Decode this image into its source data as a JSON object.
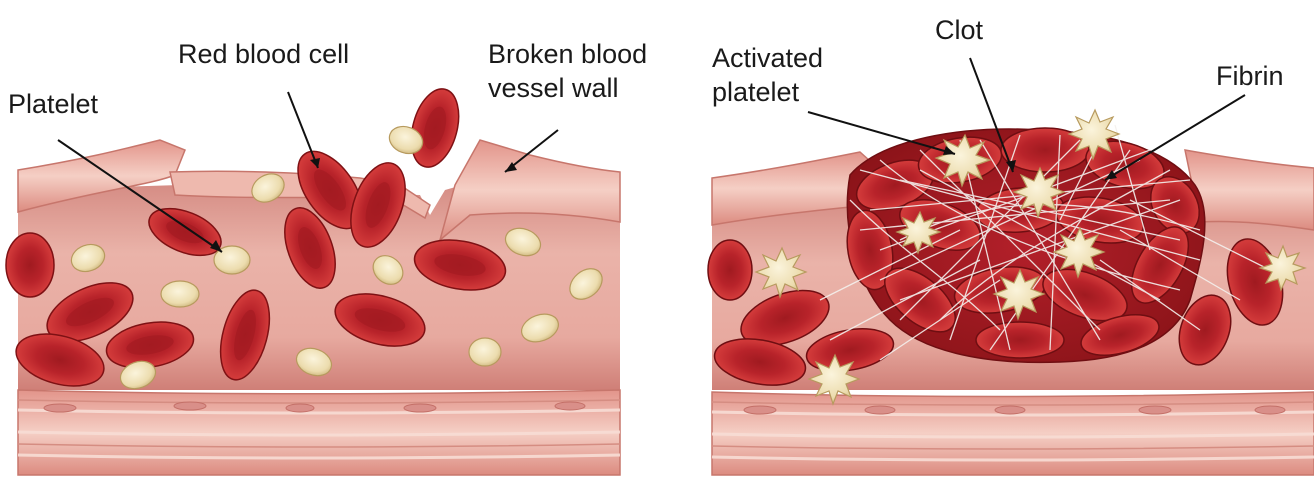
{
  "left_panel": {
    "labels": {
      "platelet": "Platelet",
      "red_blood_cell": "Red blood cell",
      "broken_wall_line1": "Broken blood",
      "broken_wall_line2": "vessel wall"
    }
  },
  "right_panel": {
    "labels": {
      "clot": "Clot",
      "activated_platelet_line1": "Activated",
      "activated_platelet_line2": "platelet",
      "fibrin": "Fibrin"
    }
  },
  "colors": {
    "vessel_outer": "#e8a79c",
    "vessel_stripe": "#f6d2c8",
    "lumen": "#e7a99f",
    "lumen_shadow": "#d98e86",
    "red_cell": "#c0242a",
    "red_cell_dark": "#8f1518",
    "red_cell_center": "#a81c22",
    "platelet": "#efe3bf",
    "platelet_edge": "#c9b27a",
    "fibrin": "#f4f1ee",
    "leader_line": "#111111"
  }
}
